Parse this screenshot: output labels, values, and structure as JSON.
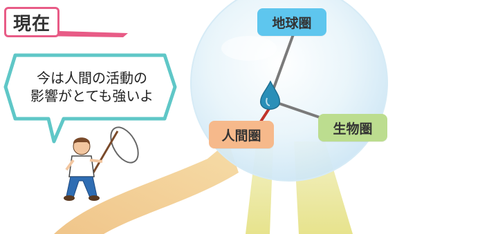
{
  "title": "現在",
  "speech_bubble": {
    "line1": "今は人間の活動の",
    "line2": "影響がとても強いよ"
  },
  "spheres": {
    "geosphere": "地球圏",
    "biosphere": "生物圏",
    "anthroposphere": "人間圏"
  },
  "colors": {
    "title_border": "#e85b86",
    "geosphere": "#5ec6ee",
    "biosphere": "#bcdd8f",
    "anthroposphere": "#f6b98b",
    "bubble_border": "#5fc7c7",
    "human_line": "#c0342b"
  },
  "icons": [
    "water-drop-icon",
    "person-with-net-icon"
  ]
}
